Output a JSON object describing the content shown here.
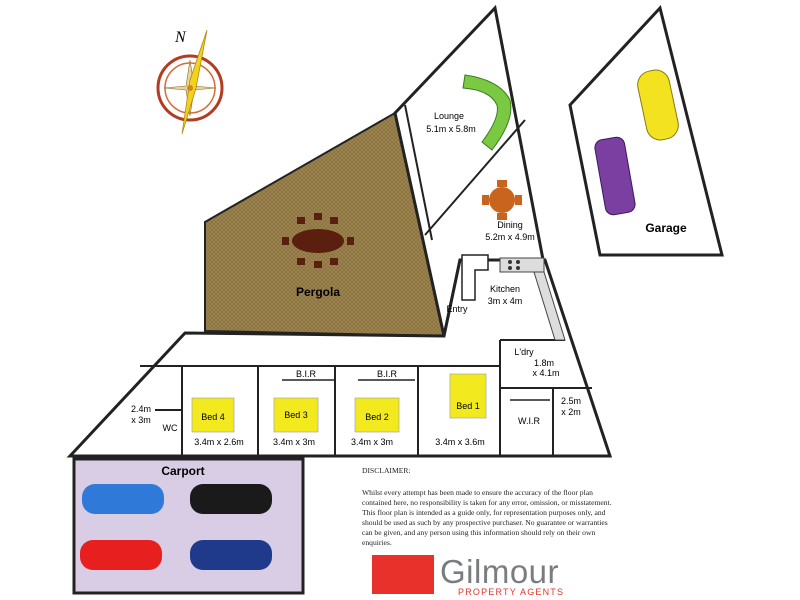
{
  "compass": {
    "north_label": "N"
  },
  "rooms": {
    "lounge": {
      "name": "Lounge",
      "size": "5.1m x 5.8m"
    },
    "dining": {
      "name": "Dining",
      "size": "5.2m x 4.9m"
    },
    "garage": {
      "name": "Garage"
    },
    "pergola": {
      "name": "Pergola"
    },
    "kitchen": {
      "name": "Kitchen",
      "size": "3m x 4m"
    },
    "entry": {
      "name": "Entry"
    },
    "laundry": {
      "name": "L'dry",
      "size": "1.8m",
      "size2": "x 4.1m"
    },
    "bath_small": {
      "size": "2.4m",
      "size2": "x 3m"
    },
    "wc": {
      "name": "WC"
    },
    "bed4": {
      "name": "Bed 4",
      "size": "3.4m x 2.6m"
    },
    "bed3": {
      "name": "Bed 3",
      "size": "3.4m x 3m"
    },
    "bed2": {
      "name": "Bed 2",
      "size": "3.4m x 3m"
    },
    "bed1": {
      "name": "Bed 1",
      "size": "3.4m x 3.6m"
    },
    "bir3": {
      "name": "B.I.R"
    },
    "bir2": {
      "name": "B.I.R"
    },
    "wir": {
      "name": "W.I.R"
    },
    "ensuite": {
      "size": "2.5m",
      "size2": "x 2m"
    },
    "carport": {
      "name": "Carport"
    }
  },
  "colors": {
    "pergola": "#8b7341",
    "carport": "#d9cde6",
    "bed_highlight": "#f2ea1f",
    "sofa": "#7ac943",
    "table": "#5a1f0e",
    "dining_table": "#c8641e",
    "brand_red": "#e8312b"
  },
  "disclaimer": {
    "title": "DISCLAIMER:",
    "body": "Whilst every attempt has been made to ensure the accuracy of the floor plan contained here, no responsibility is taken for any error, omission, or misstatement. This floor plan is intended as a guide only, for representation purposes only, and should be used as such by any prospective purchaser. No guarantee or warranties can be given, and any person using this information should rely on their own enquiries."
  },
  "brand": {
    "name": "Gilmour",
    "tagline": "PROPERTY AGENTS"
  }
}
